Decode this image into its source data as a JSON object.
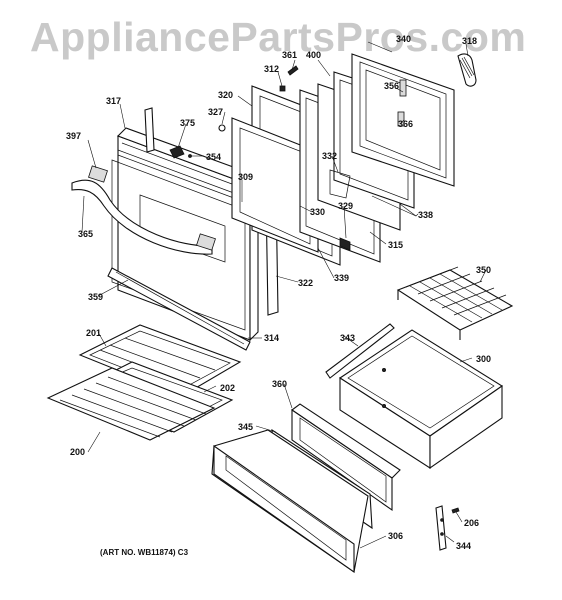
{
  "watermark": "AppliancePartsPros.com",
  "art_number": "(ART NO. WB11874) C3",
  "callouts": {
    "c340": "340",
    "c318": "318",
    "c361": "361",
    "c400": "400",
    "c312": "312",
    "c356": "356",
    "c317": "317",
    "c320": "320",
    "c327": "327",
    "c375": "375",
    "c366": "366",
    "c397": "397",
    "c354": "354",
    "c332": "332",
    "c309": "309",
    "c330": "330",
    "c329": "329",
    "c338": "338",
    "c365": "365",
    "c315": "315",
    "c339": "339",
    "c350": "350",
    "c322": "322",
    "c359": "359",
    "c314": "314",
    "c343": "343",
    "c201": "201",
    "c300": "300",
    "c360": "360",
    "c202": "202",
    "c345": "345",
    "c200": "200",
    "c306": "306",
    "c206": "206",
    "c344": "344"
  }
}
